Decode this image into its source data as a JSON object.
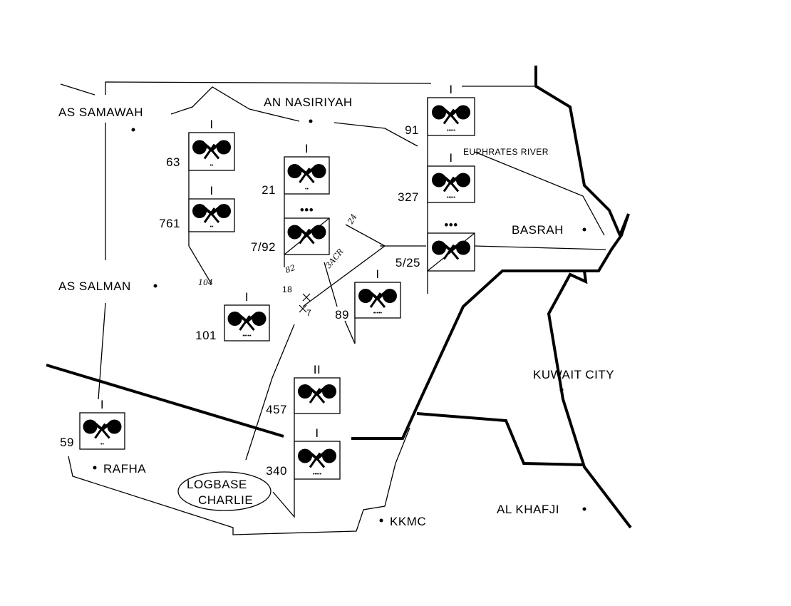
{
  "places": {
    "as_samawah": "AS SAMAWAH",
    "an_nasiriyah": "AN NASIRIYAH",
    "as_salman": "AS SALMAN",
    "basrah": "BASRAH",
    "euphrates": "EUPHRATES RIVER",
    "kuwait_city": "KUWAIT CITY",
    "rafha": "RAFHA",
    "kkmc": "KKMC",
    "al_khafji": "AL KHAFJI",
    "logbase_line1": "LOGBASE",
    "logbase_line2": "CHARLIE"
  },
  "units": [
    {
      "label": "91",
      "echelon": "I",
      "dots": "•••••"
    },
    {
      "label": "63",
      "echelon": "I",
      "dots": "••"
    },
    {
      "label": "761",
      "echelon": "I",
      "dots": "••"
    },
    {
      "label": "21",
      "echelon": "I",
      "dots": "••"
    },
    {
      "label": "7/92",
      "echelon": "•••",
      "dots": ""
    },
    {
      "label": "327",
      "echelon": "I",
      "dots": "•••••"
    },
    {
      "label": "5/25",
      "echelon": "•••",
      "dots": ""
    },
    {
      "label": "89",
      "echelon": "I",
      "dots": "•••••"
    },
    {
      "label": "101",
      "echelon": "I",
      "dots": "•••••"
    },
    {
      "label": "457",
      "echelon": "II",
      "dots": ""
    },
    {
      "label": "340",
      "echelon": "I",
      "dots": "•••••"
    },
    {
      "label": "59",
      "echelon": "I",
      "dots": "••"
    }
  ],
  "annotations": {
    "printed_18": "18",
    "printed_7": "7",
    "hand_24": "24",
    "hand_82": "82",
    "hand_3acr": "3ACR",
    "hand_104": "104"
  }
}
